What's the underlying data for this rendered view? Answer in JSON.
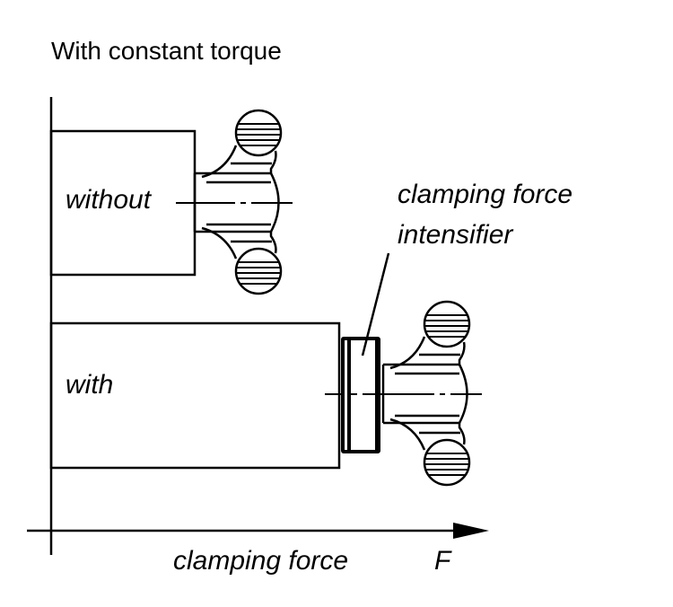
{
  "title": "With constant torque",
  "labels": {
    "without": "without",
    "with": "with",
    "intensifier_line1": "clamping force",
    "intensifier_line2": "intensifier",
    "x_axis": "clamping force",
    "x_symbol": "F"
  }
}
